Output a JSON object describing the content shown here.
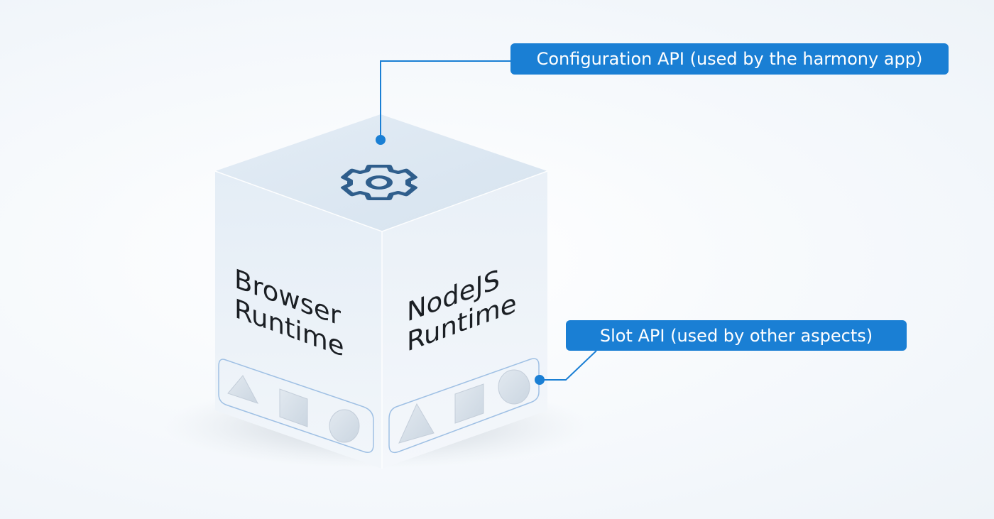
{
  "diagram": {
    "cube": {
      "left_face_label_line1": "Browser",
      "left_face_label_line2": "Runtime",
      "right_face_label_line1": "NodeJS",
      "right_face_label_line2": "Runtime",
      "top_icon": "gear-icon",
      "slot_shapes": [
        "triangle",
        "square",
        "circle"
      ]
    },
    "callouts": {
      "configuration_api": "Configuration API (used by the harmony app)",
      "slot_api": "Slot API (used by other aspects)"
    },
    "colors": {
      "accent": "#1a7fd4",
      "icon": "#2f5e8c",
      "cube_top": "#dde8f2",
      "cube_face": "#eaf1f8"
    }
  }
}
